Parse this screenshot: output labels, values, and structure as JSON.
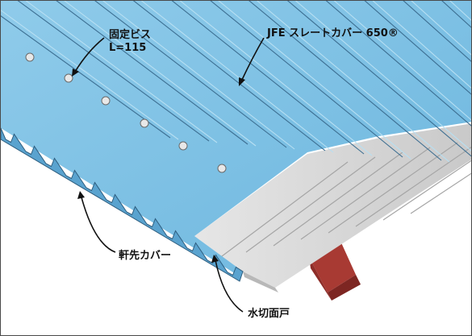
{
  "labels": {
    "screw_line1": "固定ビス",
    "screw_line2": "L=115",
    "product": "JFE スレートカバー 650®",
    "eave_cover": "軒先カバー",
    "water_stop": "水切面戸"
  },
  "colors": {
    "cover_blue": "#7ec2e6",
    "cover_blue_dark": "#4f97c2",
    "slate_gray": "#d8d8d8",
    "slate_gray_dark": "#9e9e9e",
    "support_red": "#a83a33",
    "frame_border": "#4a4a4a"
  },
  "screws_visible": 6
}
